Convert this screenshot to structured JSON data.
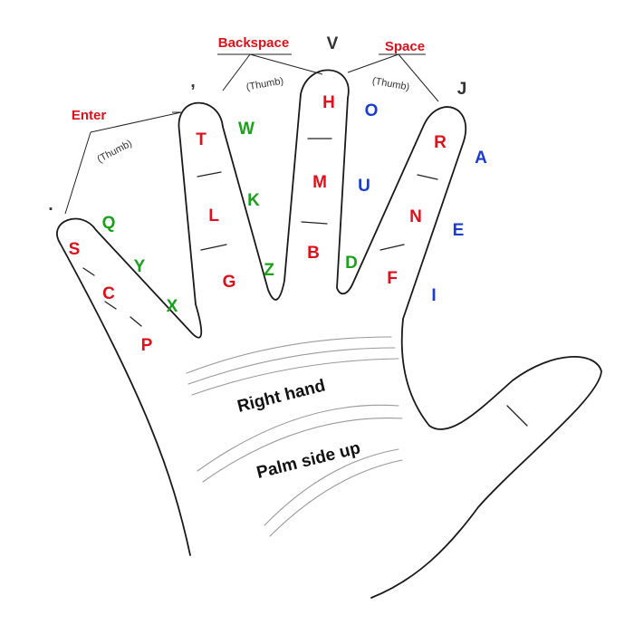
{
  "colors": {
    "red": "#e0101a",
    "green": "#1aa11a",
    "blue": "#1a3cd0",
    "dark": "#333333"
  },
  "shortcuts": {
    "enter": "Enter",
    "backspace": "Backspace",
    "space": "Space",
    "thumb_left": "(Thumb)",
    "thumb_mid": "(Thumb)",
    "thumb_right": "(Thumb)"
  },
  "top_letters": {
    "v": "V",
    "j": "J",
    "comma": ",",
    "period": "."
  },
  "fingers": {
    "pinky": {
      "red": [
        "S",
        "C",
        "P"
      ],
      "green": [
        "Q",
        "Y",
        "X"
      ]
    },
    "ring": {
      "red": [
        "T",
        "L",
        "G"
      ],
      "green": [
        "W",
        "K",
        "Z"
      ]
    },
    "middle": {
      "red": [
        "H",
        "M",
        "B"
      ],
      "blue": [
        "O",
        "U"
      ],
      "green": [
        "D"
      ]
    },
    "index": {
      "red": [
        "R",
        "N",
        "F"
      ],
      "blue": [
        "A",
        "E",
        "I"
      ]
    }
  },
  "captions": {
    "line1": "Right hand",
    "line2": "Palm side up"
  }
}
